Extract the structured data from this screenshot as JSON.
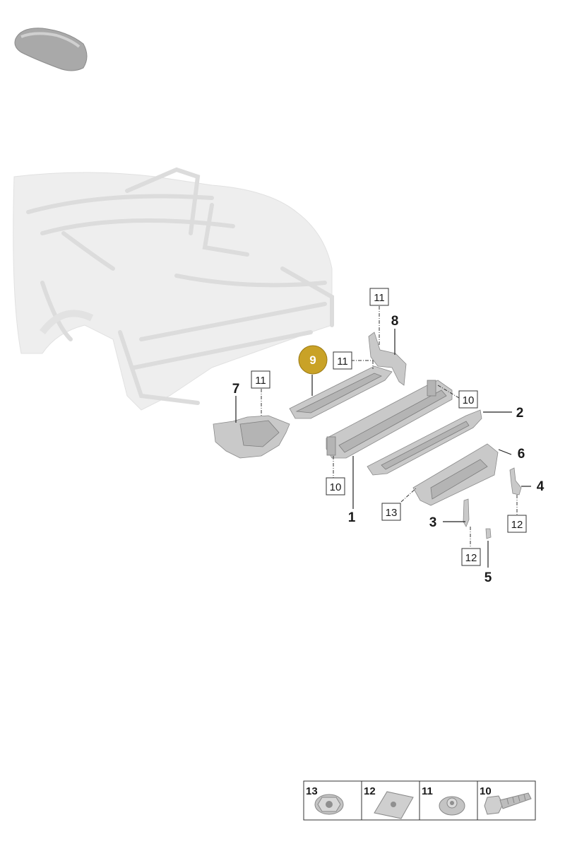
{
  "callouts": {
    "c1": "1",
    "c2": "2",
    "c3": "3",
    "c4": "4",
    "c5": "5",
    "c6": "6",
    "c7": "7",
    "c8": "8",
    "c9": "9"
  },
  "boxes": {
    "b11_top": "11",
    "b11_mid": "11",
    "b11_left": "11",
    "b10_right": "10",
    "b10_left": "10",
    "b13": "13",
    "b12_right": "12",
    "b12_mid": "12"
  },
  "fastener_table": [
    {
      "number": "13",
      "icon": "flange-nut-icon"
    },
    {
      "number": "12",
      "icon": "clip-nut-icon"
    },
    {
      "number": "11",
      "icon": "nut-icon"
    },
    {
      "number": "10",
      "icon": "bolt-icon"
    }
  ],
  "colors": {
    "highlight": "#c9a227",
    "part": "#c9c9c9",
    "body_ghost": "#ececec"
  }
}
